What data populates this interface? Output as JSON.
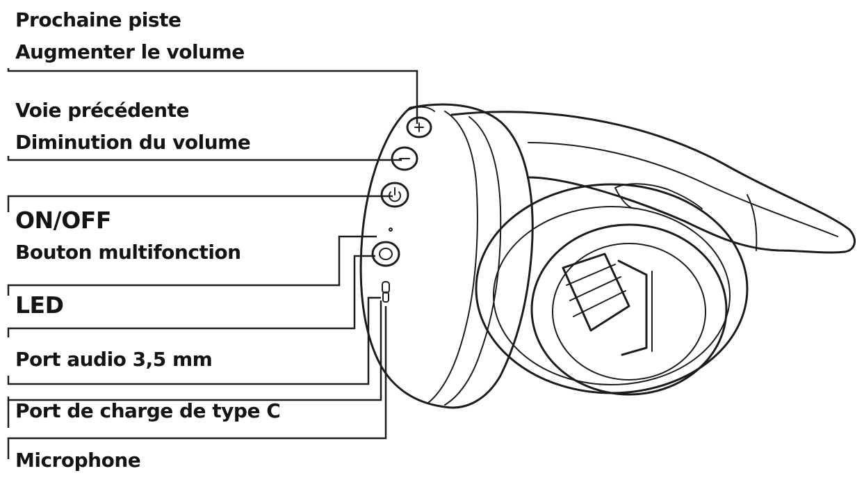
{
  "labels": {
    "next_track": "Prochaine piste",
    "volume_up": "Augmenter le volume",
    "prev_track": "Voie précédente",
    "volume_down": "Diminution du volume",
    "on_off": "ON/OFF",
    "multifunction": "Bouton multifonction",
    "led": "LED",
    "audio_port": "Port audio 3,5 mm",
    "charge_port": "Port de charge de type C",
    "microphone": "Microphone"
  },
  "colors": {
    "ink": "#1c1c1c",
    "background": "#ffffff"
  },
  "icons": {
    "plus_button": "plus-icon",
    "minus_button": "minus-icon",
    "power_button": "power-icon"
  }
}
